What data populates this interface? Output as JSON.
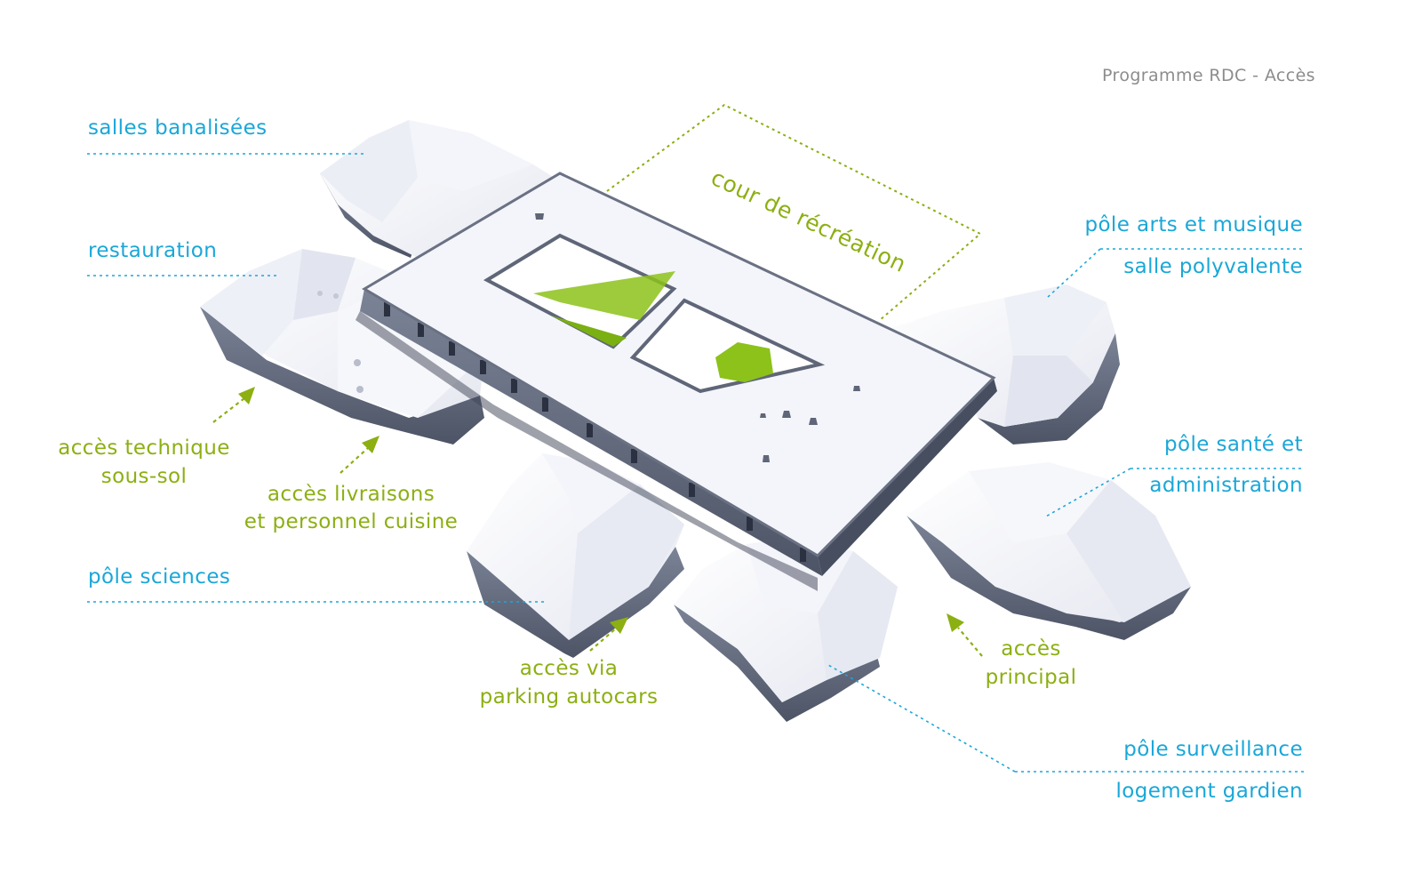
{
  "title": "Programme RDC - Accès",
  "zones": {
    "salles": "salles banalisées",
    "restauration": "restauration",
    "sciences": "pôle sciences",
    "arts": "pôle arts et musique",
    "polyvalente": "salle  polyvalente",
    "sante": "pôle santé et",
    "administration": "administration",
    "surveillance": "pôle surveillance",
    "logement": "logement gardien",
    "cour": "cour de récréation"
  },
  "acces": {
    "technique_1": "accès technique",
    "technique_2": "sous-sol",
    "livraisons_1": "accès livraisons",
    "livraisons_2": "et personnel cuisine",
    "autocars_1": "accès via",
    "autocars_2": "parking autocars",
    "principal_1": "accès",
    "principal_2": "principal"
  },
  "colors": {
    "zone_label": "#1aa7d8",
    "access_label": "#8caf12",
    "title": "#8c8c8c",
    "roof": "#f5f6fb",
    "wall": "#5d6578",
    "courtyard_green": "#8cc21a"
  }
}
